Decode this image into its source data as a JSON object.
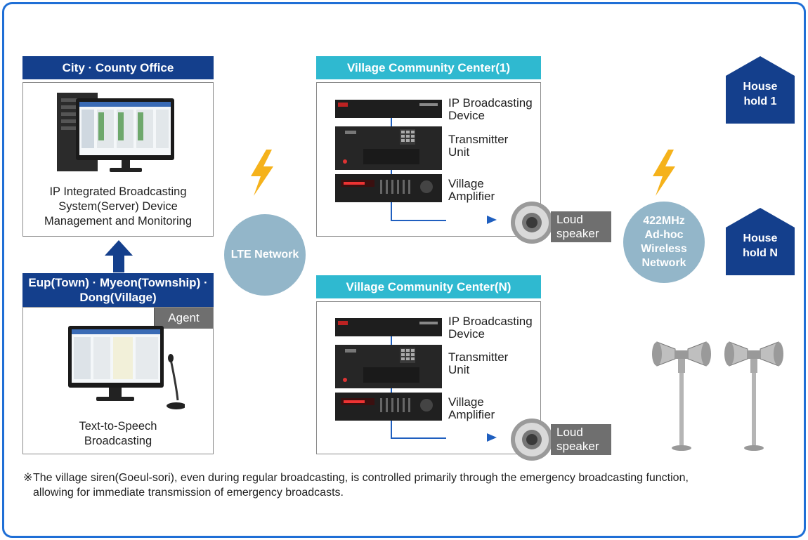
{
  "city_office": {
    "title": "City · County Office",
    "caption_lines": [
      "IP Integrated Broadcasting",
      "System(Server) Device",
      "Management and Monitoring"
    ]
  },
  "agent_office": {
    "title_lines": [
      "Eup(Town) · Myeon(Township) ·",
      "Dong(Village)"
    ],
    "tag": "Agent",
    "caption_lines": [
      "Text-to-Speech",
      "Broadcasting"
    ]
  },
  "lte_network": {
    "label": "LTE Network"
  },
  "village_center_1": {
    "title": "Village Community Center(1)",
    "devices": [
      {
        "lines": [
          "IP Broadcasting",
          "Device"
        ]
      },
      {
        "lines": [
          "Transmitter",
          "Unit"
        ]
      },
      {
        "lines": [
          "Village",
          "Amplifier"
        ]
      }
    ],
    "speaker_tag_lines": [
      "Loud",
      "speaker"
    ]
  },
  "village_center_n": {
    "title": "Village Community Center(N)",
    "devices": [
      {
        "lines": [
          "IP Broadcasting",
          "Device"
        ]
      },
      {
        "lines": [
          "Transmitter",
          "Unit"
        ]
      },
      {
        "lines": [
          "Village",
          "Amplifier"
        ]
      }
    ],
    "speaker_tag_lines": [
      "Loud",
      "speaker"
    ]
  },
  "wireless_network": {
    "lines": [
      "422MHz",
      "Ad-hoc",
      "Wireless",
      "Network"
    ]
  },
  "households": [
    {
      "lines": [
        "House",
        "hold 1"
      ]
    },
    {
      "lines": [
        "House",
        "hold N"
      ]
    }
  ],
  "footnote": {
    "mark": "※",
    "lines": [
      "The village siren(Goeul-sori), even during regular broadcasting, is controlled primarily through the emergency broadcasting function,",
      "allowing for immediate transmission of emergency broadcasts."
    ]
  },
  "colors": {
    "navy": "#143f8c",
    "teal": "#2fb9d0",
    "network": "#93b6c9",
    "bolt": "#f5b21b",
    "arrow": "#1f5fbf"
  }
}
